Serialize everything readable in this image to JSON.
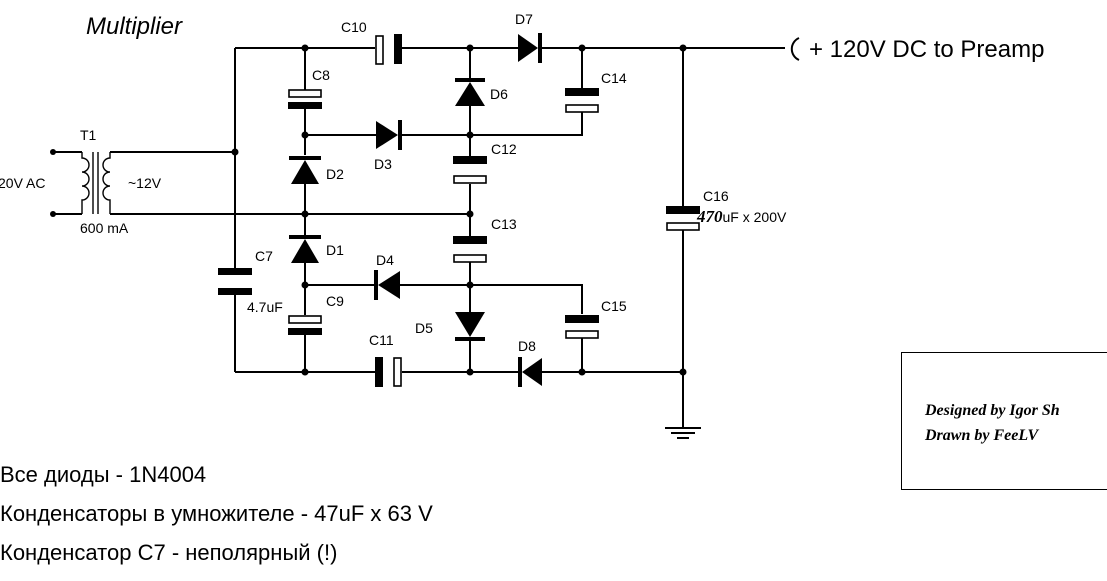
{
  "title": "Multiplier",
  "output_label": "+ 120V DC to Preamp",
  "input": {
    "ac_label": "20V AC",
    "transformer": "T1",
    "secondary": "~12V",
    "current": "600 mA"
  },
  "components": {
    "C7": {
      "label": "C7",
      "value": "4.7uF"
    },
    "C8": {
      "label": "C8"
    },
    "C9": {
      "label": "C9"
    },
    "C10": {
      "label": "C10"
    },
    "C11": {
      "label": "C11"
    },
    "C12": {
      "label": "C12"
    },
    "C13": {
      "label": "C13"
    },
    "C14": {
      "label": "C14"
    },
    "C15": {
      "label": "C15"
    },
    "C16": {
      "label": "C16",
      "value_num": "470",
      "value_unit": "uF x 200V"
    },
    "D1": {
      "label": "D1"
    },
    "D2": {
      "label": "D2"
    },
    "D3": {
      "label": "D3"
    },
    "D4": {
      "label": "D4"
    },
    "D5": {
      "label": "D5"
    },
    "D6": {
      "label": "D6"
    },
    "D7": {
      "label": "D7"
    },
    "D8": {
      "label": "D8"
    }
  },
  "notes": [
    "Все диоды - 1N4004",
    "Конденсаторы в умножителе - 47uF x 63 V",
    "Конденсатор С7 - неполярный (!)"
  ],
  "credits": {
    "designed": "Designed by Igor Sh",
    "drawn": "Drawn by FeeLV"
  }
}
